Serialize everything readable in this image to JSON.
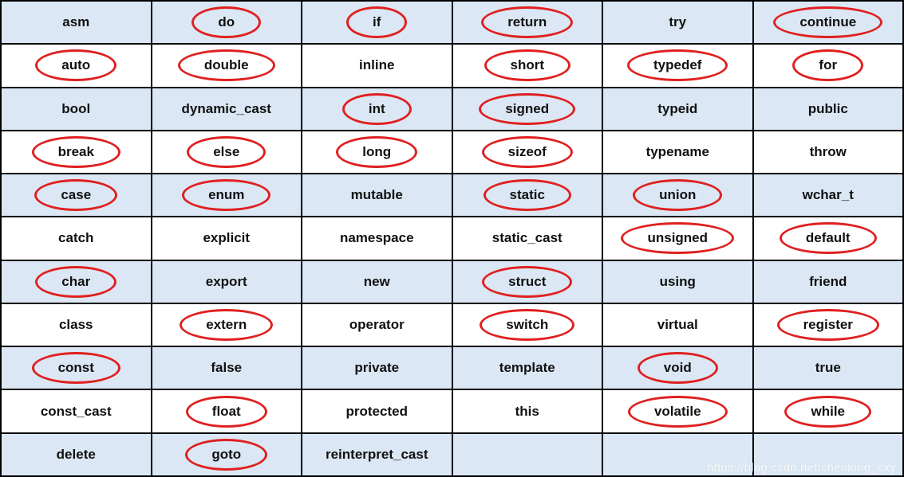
{
  "table": {
    "rows": [
      {
        "cells": [
          {
            "text": "asm",
            "circled": false
          },
          {
            "text": "do",
            "circled": true
          },
          {
            "text": "if",
            "circled": true
          },
          {
            "text": "return",
            "circled": true
          },
          {
            "text": "try",
            "circled": false
          },
          {
            "text": "continue",
            "circled": true
          }
        ]
      },
      {
        "cells": [
          {
            "text": "auto",
            "circled": true
          },
          {
            "text": "double",
            "circled": true
          },
          {
            "text": "inline",
            "circled": false
          },
          {
            "text": "short",
            "circled": true
          },
          {
            "text": "typedef",
            "circled": true
          },
          {
            "text": "for",
            "circled": true
          }
        ]
      },
      {
        "cells": [
          {
            "text": "bool",
            "circled": false
          },
          {
            "text": "dynamic_cast",
            "circled": false
          },
          {
            "text": "int",
            "circled": true
          },
          {
            "text": "signed",
            "circled": true
          },
          {
            "text": "typeid",
            "circled": false
          },
          {
            "text": "public",
            "circled": false
          }
        ]
      },
      {
        "cells": [
          {
            "text": "break",
            "circled": true
          },
          {
            "text": "else",
            "circled": true
          },
          {
            "text": "long",
            "circled": true
          },
          {
            "text": "sizeof",
            "circled": true
          },
          {
            "text": "typename",
            "circled": false
          },
          {
            "text": "throw",
            "circled": false
          }
        ]
      },
      {
        "cells": [
          {
            "text": "case",
            "circled": true
          },
          {
            "text": "enum",
            "circled": true
          },
          {
            "text": "mutable",
            "circled": false
          },
          {
            "text": "static",
            "circled": true
          },
          {
            "text": "union",
            "circled": true
          },
          {
            "text": "wchar_t",
            "circled": false
          }
        ]
      },
      {
        "cells": [
          {
            "text": "catch",
            "circled": false
          },
          {
            "text": "explicit",
            "circled": false
          },
          {
            "text": "namespace",
            "circled": false
          },
          {
            "text": "static_cast",
            "circled": false
          },
          {
            "text": "unsigned",
            "circled": true
          },
          {
            "text": "default",
            "circled": true
          }
        ]
      },
      {
        "cells": [
          {
            "text": "char",
            "circled": true
          },
          {
            "text": "export",
            "circled": false
          },
          {
            "text": "new",
            "circled": false
          },
          {
            "text": "struct",
            "circled": true
          },
          {
            "text": "using",
            "circled": false
          },
          {
            "text": "friend",
            "circled": false
          }
        ]
      },
      {
        "cells": [
          {
            "text": "class",
            "circled": false
          },
          {
            "text": "extern",
            "circled": true
          },
          {
            "text": "operator",
            "circled": false
          },
          {
            "text": "switch",
            "circled": true
          },
          {
            "text": "virtual",
            "circled": false
          },
          {
            "text": "register",
            "circled": true
          }
        ]
      },
      {
        "cells": [
          {
            "text": "const",
            "circled": true
          },
          {
            "text": "false",
            "circled": false
          },
          {
            "text": "private",
            "circled": false
          },
          {
            "text": "template",
            "circled": false
          },
          {
            "text": "void",
            "circled": true
          },
          {
            "text": "true",
            "circled": false
          }
        ]
      },
      {
        "cells": [
          {
            "text": "const_cast",
            "circled": false
          },
          {
            "text": "float",
            "circled": true
          },
          {
            "text": "protected",
            "circled": false
          },
          {
            "text": "this",
            "circled": false
          },
          {
            "text": "volatile",
            "circled": true
          },
          {
            "text": "while",
            "circled": true
          }
        ]
      },
      {
        "cells": [
          {
            "text": "delete",
            "circled": false
          },
          {
            "text": "goto",
            "circled": true
          },
          {
            "text": "reinterpret_cast",
            "circled": false
          },
          {
            "text": "",
            "circled": false
          },
          {
            "text": "",
            "circled": false
          },
          {
            "text": "",
            "circled": false
          }
        ]
      }
    ]
  },
  "watermark": {
    "text": "https://blog.csdn.net/chenlong_cxy"
  },
  "colors": {
    "row_alt": "#dbe7f4",
    "row_base": "#ffffff",
    "border": "#000000",
    "circle": "#e02020",
    "text": "#111111"
  }
}
